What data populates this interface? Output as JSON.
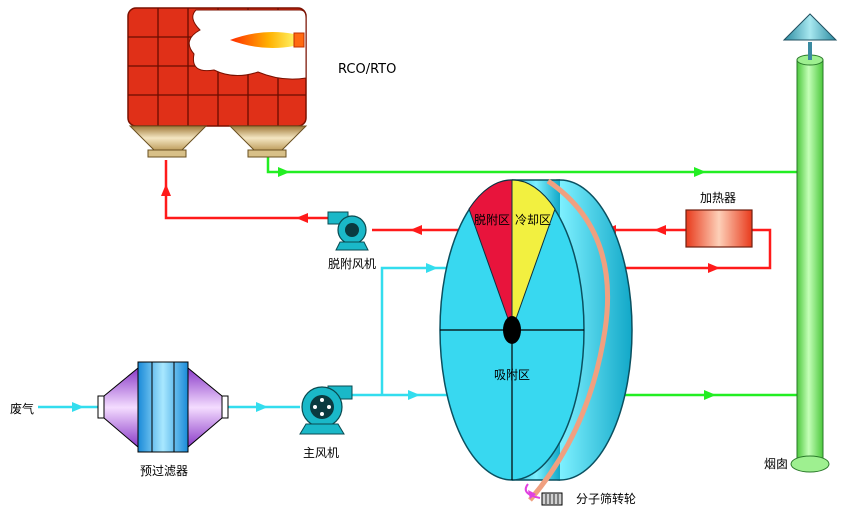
{
  "labels": {
    "rco_rto": "RCO/RTO",
    "heater": "加热器",
    "desorption_fan": "脱附风机",
    "desorption_zone": "脱附区",
    "cooling_zone": "冷却区",
    "adsorption_zone": "吸附区",
    "waste_gas": "废气",
    "pre_filter": "预过滤器",
    "main_fan": "主风机",
    "zeolite_wheel": "分子筛转轮",
    "chimney": "烟囱"
  },
  "colors": {
    "hot_pipe": "#ff1a1a",
    "clean_pipe": "#22ee22",
    "process_pipe": "#33ddee",
    "brick": "#e03018",
    "wheel": "#38d8f0",
    "desorption_zone": "#e8143c",
    "cooling_zone": "#f2f040",
    "chimney": "#8ef088",
    "filter": "#b060e0",
    "belt": "#f0a080",
    "heater": "#ef5030"
  },
  "icons": {
    "rco": "furnace-icon",
    "flame": "flame-icon",
    "fan": "blower-fan-icon",
    "motor": "motor-icon"
  }
}
